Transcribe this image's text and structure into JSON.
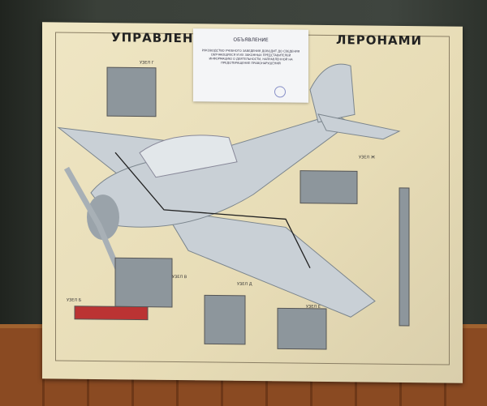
{
  "poster": {
    "title_left": "УПРАВЛЕНИЕ Р",
    "title_right": "ЛЕРОНАМИ",
    "node_labels": [
      "УЗЕЛ Г",
      "УЗЕЛ Ж",
      "УЗЕЛ Д",
      "УЗЕЛ Е",
      "УЗЕЛ В",
      "УЗЕЛ Б"
    ]
  },
  "notice": {
    "heading": "ОБЪЯВЛЕНИЕ",
    "body": "РУКОВОДСТВО УЧЕБНОГО ЗАВЕДЕНИЯ ДОВОДИТ ДО СВЕДЕНИЯ ОБУЧАЮЩИХСЯ И ИХ ЗАКОННЫХ ПРЕДСТАВИТЕЛЕЙ ИНФОРМАЦИЮ О ДЕЯТЕЛЬНОСТИ, НАПРАВЛЕННОЙ НА ПРЕДОТВРАЩЕНИЕ ПРАВОНАРУШЕНИЙ"
  }
}
